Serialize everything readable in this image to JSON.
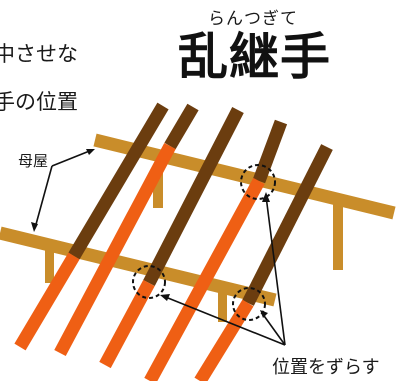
{
  "intro_line_1": "中させな",
  "intro_line_2": "手の位置",
  "title_reading": "らんつぎて",
  "title": "乱継手",
  "label_purlin": "母屋",
  "label_offset": "位置をずらす",
  "colors": {
    "purlin": "#c98d2a",
    "rafter_dark": "#6b3d0f",
    "rafter_orange": "#ef5f14",
    "joint_circle": "#111111"
  },
  "icons": [
    "leader-arrow",
    "dashed-circle"
  ]
}
